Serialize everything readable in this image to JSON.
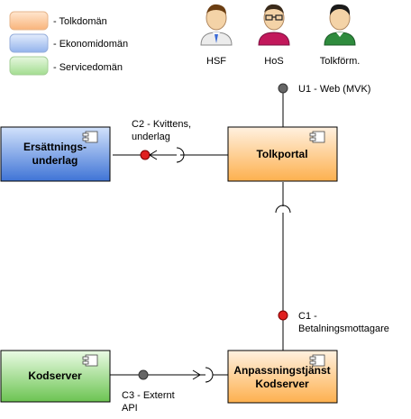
{
  "legend": [
    {
      "label": "- Tolkdomän",
      "color_top": "#fde0c4",
      "color_bottom": "#f7b17a",
      "stroke": "#e0b080"
    },
    {
      "label": "- Ekonomidomän",
      "color_top": "#dde8fb",
      "color_bottom": "#8fb0ea",
      "stroke": "#8ea8d8"
    },
    {
      "label": "- Servicedomän",
      "color_top": "#dff3d8",
      "color_bottom": "#9fdb8c",
      "stroke": "#9cc890"
    }
  ],
  "actors": [
    {
      "label": "HSF",
      "shirt": "#3b6bd6"
    },
    {
      "label": "HoS",
      "shirt": "#c2185b"
    },
    {
      "label": "Tolkförm.",
      "shirt": "#2e8b3d"
    }
  ],
  "components": {
    "tolkportal": "Tolkportal",
    "ersattning_line1": "Ersättnings-",
    "ersattning_line2": "underlag",
    "kodserver": "Kodserver",
    "anpassning_line1": "Anpassningstjänst",
    "anpassning_line2": "Kodserver"
  },
  "interfaces": {
    "u1": "U1 - Web (MVK)",
    "c2_line1": "C2 - Kvittens,",
    "c2_line2": "underlag",
    "c1_line1": "C1 -",
    "c1_line2": "Betalningsmottagare",
    "c3_line1": "C3 - Externt",
    "c3_line2": "API"
  },
  "colors": {
    "interface_red": "#e02020",
    "interface_gray": "#555555",
    "line": "#000000"
  }
}
